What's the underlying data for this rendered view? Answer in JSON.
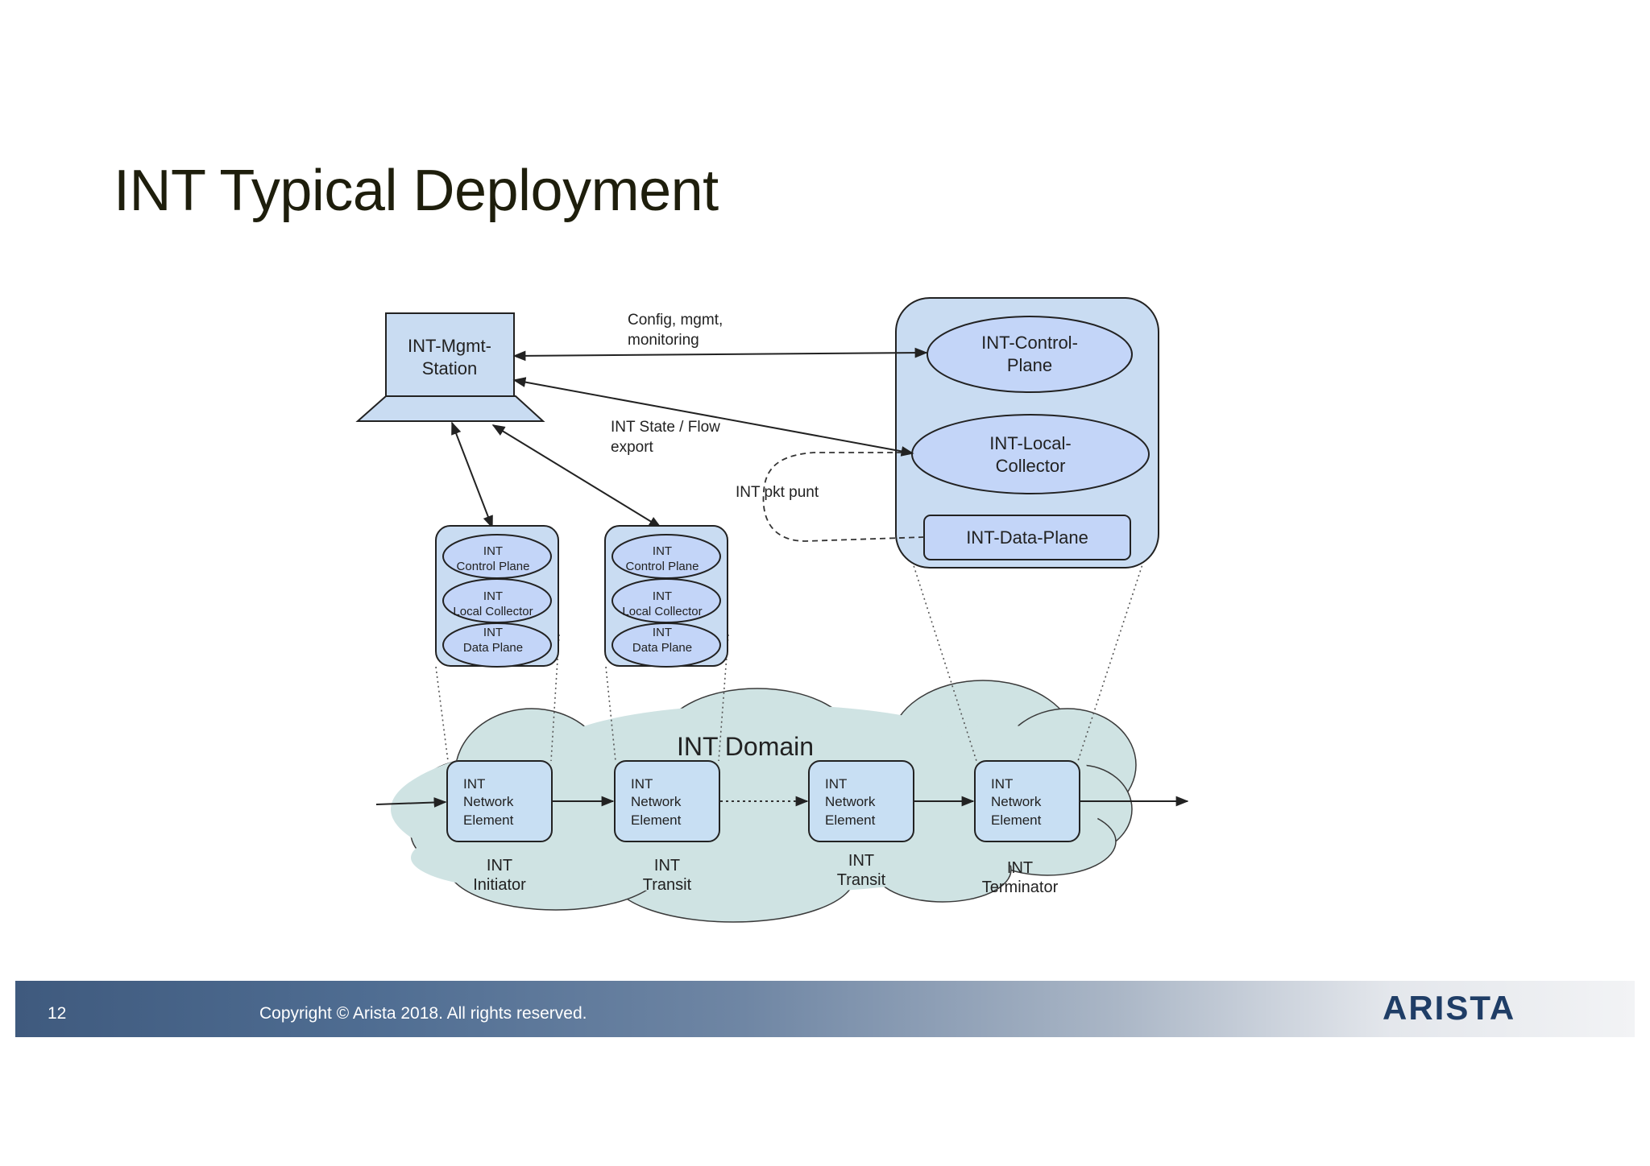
{
  "slide": {
    "title": "INT Typical Deployment",
    "page_number": "12",
    "copyright": "Copyright © Arista 2018. All rights reserved.",
    "brand": "ARISTA"
  },
  "diagram": {
    "mgmt_station": {
      "line1": "INT-Mgmt-",
      "line2": "Station"
    },
    "edge_labels": {
      "config_line1": "Config, mgmt,",
      "config_line2": "monitoring",
      "state_line1": "INT State / Flow",
      "state_line2": "export",
      "punt": "INT pkt punt"
    },
    "switch_detail": {
      "control_plane": {
        "line1": "INT-Control-",
        "line2": "Plane"
      },
      "local_collector": {
        "line1": "INT-Local-",
        "line2": "Collector"
      },
      "data_plane": "INT-Data-Plane"
    },
    "mini_stacks": [
      {
        "cp1": "INT",
        "cp2": "Control Plane",
        "lc1": "INT",
        "lc2": "Local Collector",
        "dp1": "INT",
        "dp2": "Data  Plane"
      },
      {
        "cp1": "INT",
        "cp2": "Control Plane",
        "lc1": "INT",
        "lc2": "Local Collector",
        "dp1": "INT",
        "dp2": "Data  Plane"
      }
    ],
    "domain_label": "INT Domain",
    "network_elements": [
      {
        "line1": "INT",
        "line2": "Network",
        "line3": "Element",
        "role1": "INT",
        "role2": "Initiator"
      },
      {
        "line1": "INT",
        "line2": "Network",
        "line3": "Element",
        "role1": "INT",
        "role2": "Transit"
      },
      {
        "line1": "INT",
        "line2": "Network",
        "line3": "Element",
        "role1": "INT",
        "role2": "Transit"
      },
      {
        "line1": "INT",
        "line2": "Network",
        "line3": "Element",
        "role1": "INT",
        "role2": "Terminator"
      }
    ],
    "colors": {
      "box_fill": "#c9dcf2",
      "ellipse_fill": "#c3d5f8",
      "cloud_fill": "#cfe3e3",
      "element_fill": "#c8dff3",
      "stroke": "#2b2b2b"
    }
  }
}
